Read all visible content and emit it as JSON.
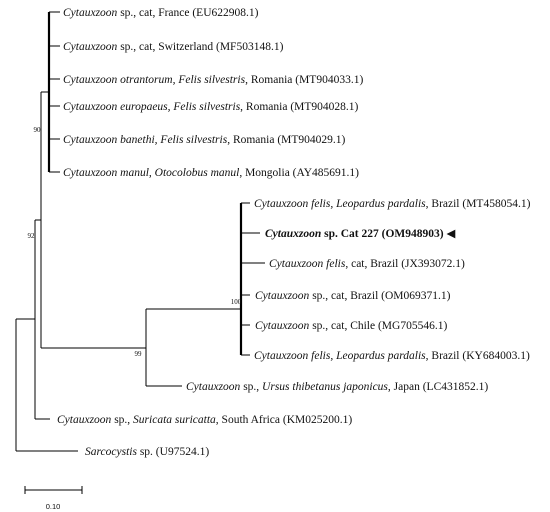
{
  "tree": {
    "taxa": [
      {
        "id": "eu622908",
        "parts": [
          {
            "t": "Cytauxzoon",
            "i": true
          },
          {
            "t": " sp., cat, France (EU622908.1)"
          }
        ]
      },
      {
        "id": "mf503148",
        "parts": [
          {
            "t": "Cytauxzoon",
            "i": true
          },
          {
            "t": " sp., cat, Switzerland (MF503148.1)"
          }
        ]
      },
      {
        "id": "mt904033",
        "parts": [
          {
            "t": "Cytauxzoon otrantorum, Felis silvestris",
            "i": true
          },
          {
            "t": ", Romania (MT904033.1)"
          }
        ]
      },
      {
        "id": "mt904028",
        "parts": [
          {
            "t": "Cytauxzoon europaeus, Felis silvestris",
            "i": true
          },
          {
            "t": ", Romania (MT904028.1)"
          }
        ]
      },
      {
        "id": "mt904029",
        "parts": [
          {
            "t": "Cytauxzoon banethi, Felis silvestris",
            "i": true
          },
          {
            "t": ", Romania (MT904029.1)"
          }
        ]
      },
      {
        "id": "ay485691",
        "parts": [
          {
            "t": "Cytauxzoon manul, Otocolobus manul",
            "i": true
          },
          {
            "t": ", Mongolia (AY485691.1)"
          }
        ]
      },
      {
        "id": "mt458054",
        "parts": [
          {
            "t": "Cytauxzoon felis, Leopardus pardalis",
            "i": true
          },
          {
            "t": ", Brazil (MT458054.1)"
          }
        ]
      },
      {
        "id": "om948903",
        "bold": true,
        "marker": "◀",
        "parts": [
          {
            "t": "Cytauxzoon",
            "i": true
          },
          {
            "t": " sp. Cat 227 (OM948903)"
          }
        ]
      },
      {
        "id": "jx393072",
        "parts": [
          {
            "t": "Cytauxzoon felis",
            "i": true
          },
          {
            "t": ", cat, Brazil (JX393072.1)"
          }
        ]
      },
      {
        "id": "om069371",
        "parts": [
          {
            "t": "Cytauxzoon",
            "i": true
          },
          {
            "t": " sp., cat, Brazil (OM069371.1)"
          }
        ]
      },
      {
        "id": "mg705546",
        "parts": [
          {
            "t": "Cytauxzoon",
            "i": true
          },
          {
            "t": " sp., cat, Chile (MG705546.1)"
          }
        ]
      },
      {
        "id": "ky684003",
        "parts": [
          {
            "t": "Cytauxzoon felis, Leopardus pardalis",
            "i": true
          },
          {
            "t": ", Brazil (KY684003.1)"
          }
        ]
      },
      {
        "id": "lc431852",
        "parts": [
          {
            "t": "Cytauxzoon",
            "i": true
          },
          {
            "t": " sp., "
          },
          {
            "t": "Ursus thibetanus japonicus",
            "i": true
          },
          {
            "t": ", Japan (LC431852.1)"
          }
        ]
      },
      {
        "id": "km025200",
        "parts": [
          {
            "t": "Cytauxzoon",
            "i": true
          },
          {
            "t": " sp., "
          },
          {
            "t": "Suricata suricatta",
            "i": true
          },
          {
            "t": ", South Africa (KM025200.1)"
          }
        ]
      },
      {
        "id": "u97524",
        "parts": [
          {
            "t": "Sarcocystis",
            "i": true
          },
          {
            "t": " sp. (U97524.1)"
          }
        ]
      }
    ],
    "support_values": [
      "90",
      "92",
      "100",
      "99"
    ],
    "scale_bar": {
      "label": "0.10",
      "length": 0.1
    }
  }
}
